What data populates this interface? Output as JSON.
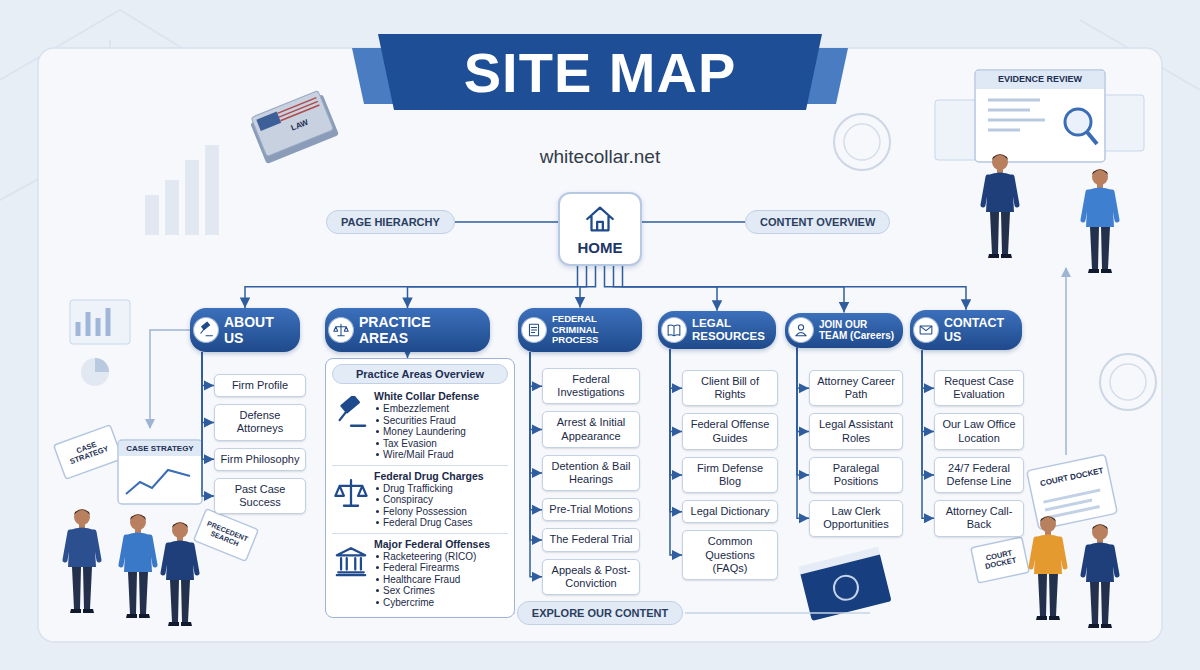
{
  "diagram": {
    "title": "SITE MAP",
    "nodes": [
      {
        "text": [
          "HOME"
        ]
      },
      {
        "text": [
          "PAGE HIERARCHY"
        ]
      },
      {
        "text": [
          "CONTENT OVERVIEW"
        ]
      },
      {
        "text": [
          "ABOUT US"
        ]
      },
      {
        "text": [
          "Firm Profile"
        ]
      },
      {
        "text": [
          "Defense Attorneys"
        ]
      },
      {
        "text": [
          "Firm Philosophy"
        ]
      },
      {
        "text": [
          "Past Case Success"
        ]
      },
      {
        "text": [
          "PRACTICE AREAS"
        ]
      },
      {
        "text": [
          "Practice Areas Overview"
        ]
      },
      {
        "text": [
          "White Collar Defense",
          "Embezzlement",
          "Securities Fraud",
          "Money Laundering",
          "Tax Evasion",
          "Wire/Mail Fraud"
        ],
        "in": 9
      },
      {
        "text": [
          "Federal Drug Charges",
          "Drug Trafficking",
          "Conspiracy",
          "Felony Possession",
          "Federal Drug Cases"
        ],
        "in": 9
      },
      {
        "text": [
          "Major Federal Offenses",
          "Racketeering (RICO)",
          "Federal Firearms",
          "Healthcare Fraud",
          "Sex Crimes",
          "Cybercrime"
        ],
        "in": 9
      },
      {
        "text": [
          "FEDERAL CRIMINAL PROCESS"
        ]
      },
      {
        "text": [
          "Federal Investigations"
        ]
      },
      {
        "text": [
          "Arrest & Initial Appearance"
        ]
      },
      {
        "text": [
          "Detention & Bail Hearings"
        ]
      },
      {
        "text": [
          "Pre-Trial Motions"
        ]
      },
      {
        "text": [
          "The Federal Trial"
        ]
      },
      {
        "text": [
          "Appeals & Post-Conviction"
        ]
      },
      {
        "text": [
          "LEGAL RESOURCES"
        ]
      },
      {
        "text": [
          "Client Bill of Rights"
        ]
      },
      {
        "text": [
          "Federal Offense Guides"
        ]
      },
      {
        "text": [
          "Firm Defense Blog"
        ]
      },
      {
        "text": [
          "Legal Dictionary"
        ]
      },
      {
        "text": [
          "Common Questions (FAQs)"
        ]
      },
      {
        "text": [
          "JOIN OUR TEAM (Careers)"
        ]
      },
      {
        "text": [
          "Attorney Career Path"
        ]
      },
      {
        "text": [
          "Legal Assistant Roles"
        ]
      },
      {
        "text": [
          "Paralegal Positions"
        ]
      },
      {
        "text": [
          "Law Clerk Opportunities"
        ]
      },
      {
        "text": [
          "CONTACT US"
        ]
      },
      {
        "text": [
          "Request Case Evaluation"
        ]
      },
      {
        "text": [
          "Our Law Office Location"
        ]
      },
      {
        "text": [
          "24/7 Federal Defense Line"
        ]
      },
      {
        "text": [
          "Attorney Call-Back"
        ]
      },
      {
        "text": [
          "EXPLORE OUR CONTENT"
        ]
      }
    ],
    "edges": [
      {
        "from": 1,
        "to": 0,
        "arrow": "none"
      },
      {
        "from": 0,
        "to": 2,
        "arrow": "none"
      },
      {
        "from": 0,
        "to": 3,
        "arrow": "to"
      },
      {
        "from": 0,
        "to": 8,
        "arrow": "to"
      },
      {
        "from": 0,
        "to": 13,
        "arrow": "to"
      },
      {
        "from": 0,
        "to": 20,
        "arrow": "to"
      },
      {
        "from": 0,
        "to": 26,
        "arrow": "to"
      },
      {
        "from": 0,
        "to": 31,
        "arrow": "to"
      },
      {
        "from": 3,
        "to": 4,
        "arrow": "to"
      },
      {
        "from": 3,
        "to": 5,
        "arrow": "to"
      },
      {
        "from": 3,
        "to": 6,
        "arrow": "to"
      },
      {
        "from": 3,
        "to": 7,
        "arrow": "to"
      },
      {
        "from": 8,
        "to": 9,
        "arrow": "to"
      },
      {
        "from": 13,
        "to": 14,
        "arrow": "to"
      },
      {
        "from": 13,
        "to": 15,
        "arrow": "to"
      },
      {
        "from": 13,
        "to": 16,
        "arrow": "to"
      },
      {
        "from": 13,
        "to": 17,
        "arrow": "to"
      },
      {
        "from": 13,
        "to": 18,
        "arrow": "to"
      },
      {
        "from": 13,
        "to": 19,
        "arrow": "to"
      },
      {
        "from": 20,
        "to": 21,
        "arrow": "to"
      },
      {
        "from": 20,
        "to": 22,
        "arrow": "to"
      },
      {
        "from": 20,
        "to": 23,
        "arrow": "to"
      },
      {
        "from": 20,
        "to": 24,
        "arrow": "to"
      },
      {
        "from": 20,
        "to": 25,
        "arrow": "to"
      },
      {
        "from": 26,
        "to": 27,
        "arrow": "to"
      },
      {
        "from": 26,
        "to": 28,
        "arrow": "to"
      },
      {
        "from": 26,
        "to": 29,
        "arrow": "to"
      },
      {
        "from": 26,
        "to": 30,
        "arrow": "to"
      },
      {
        "from": 31,
        "to": 32,
        "arrow": "to"
      },
      {
        "from": 31,
        "to": 33,
        "arrow": "to"
      },
      {
        "from": 31,
        "to": 34,
        "arrow": "to"
      },
      {
        "from": 31,
        "to": 35,
        "arrow": "to"
      }
    ],
    "labels": [
      "whitecollar.net",
      "LAW",
      "CASE STRATEGY",
      "CASE STRATEGY",
      "PRECEDENT SEARCH",
      "EVIDENCE REVIEW",
      "COURT DOCKET",
      "COURT DOCKET"
    ]
  }
}
